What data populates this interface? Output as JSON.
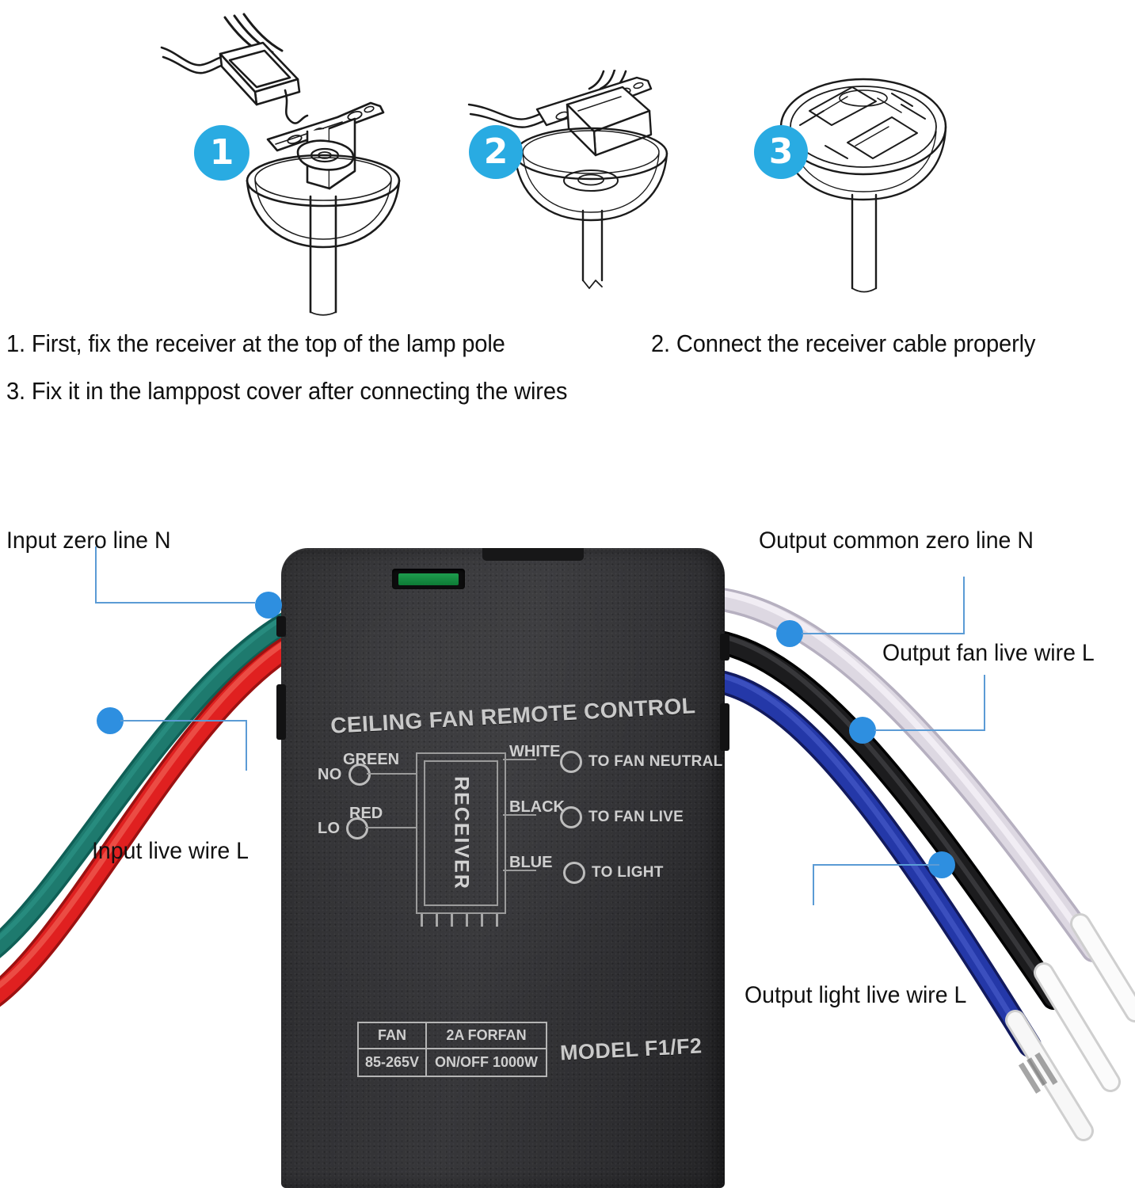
{
  "steps": [
    {
      "number": "1",
      "icon": "receiver-above-canopy-illustration"
    },
    {
      "number": "2",
      "icon": "receiver-seated-on-bracket-illustration"
    },
    {
      "number": "3",
      "icon": "assembled-canopy-cover-illustration"
    }
  ],
  "instructions": {
    "line1": "1. First, fix the receiver at the top of the lamp pole",
    "line2": "2. Connect the receiver cable properly",
    "line3": "3. Fix it in the lamppost cover after connecting the wires"
  },
  "callouts": {
    "input_zero": "Input zero line N",
    "input_live": "Input live wire L",
    "output_common_zero": "Output common zero line N",
    "output_fan_live": "Output fan live wire L",
    "output_light_live": "Output light live wire L"
  },
  "device_label": {
    "title": "CEILING FAN REMOTE CONTROL",
    "receiver_box_text": "RECEIVER",
    "model": "MODEL F1/F2",
    "inputs": [
      {
        "terminal": "NO",
        "wire": "GREEN"
      },
      {
        "terminal": "LO",
        "wire": "RED"
      }
    ],
    "outputs": [
      {
        "wire": "WHITE",
        "dest": "TO FAN NEUTRAL"
      },
      {
        "wire": "BLACK",
        "dest": "TO FAN LIVE"
      },
      {
        "wire": "BLUE",
        "dest": "TO LIGHT"
      }
    ],
    "spec_table": {
      "r1c1": "FAN",
      "r1c2": "2A FORFAN",
      "r2c1": "85-265V",
      "r2c2": "ON/OFF 1000W"
    }
  },
  "colors": {
    "badge": "#29abe2",
    "callout_dot": "#2e8fe0",
    "leader_line": "#5b9bd5",
    "wire_green": "#1e7a6e",
    "wire_red": "#e02020",
    "wire_white": "#ddd8e2",
    "wire_black": "#1c1c1e",
    "wire_blue": "#2438a8",
    "led_green": "#1e9c4e",
    "device_body": "#313134"
  }
}
